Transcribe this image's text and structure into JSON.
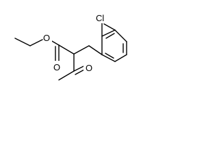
{
  "structure": {
    "atoms": {
      "chlorine": "Cl",
      "ester_oxygen": "O",
      "carbonyl_oxygen_ester": "O",
      "carbonyl_oxygen_ketone": "O"
    }
  }
}
